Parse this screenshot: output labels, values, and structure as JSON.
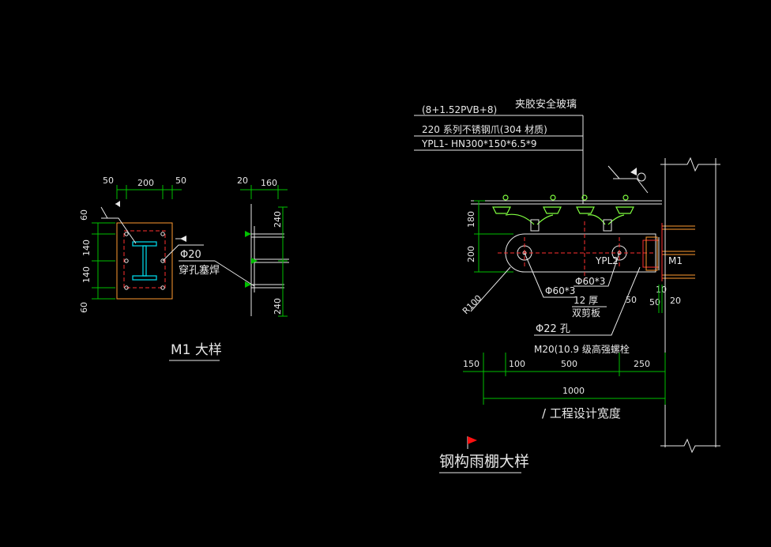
{
  "m1_detail": {
    "title": "M1 大样",
    "dim_top": [
      "50",
      "200",
      "50"
    ],
    "dim_left": [
      "60",
      "140",
      "140",
      "60"
    ],
    "side_dims_top": [
      "20",
      "160"
    ],
    "side_dims_right": [
      "240",
      "240"
    ],
    "hole_label": "Φ20",
    "hole_note": "穿孔塞焊"
  },
  "canopy_detail": {
    "title": "钢构雨棚大样",
    "glass_title": "夹胶安全玻璃",
    "glass_spec": "(8+1.52PVB+8)",
    "claw_spec": "220  系列不锈钢爪(304  材质)",
    "beam_spec": "YPL1- HN300*150*6.5*9",
    "dims_left": [
      "180",
      "200"
    ],
    "radius": "R100",
    "plate_label": "YPL2",
    "m1_label": "M1",
    "hole_a": "Φ60*3",
    "hole_b": "Φ60*3",
    "plate_thk": "12  厚",
    "plate_name": "双剪板",
    "hole_c": "Φ22  孔",
    "bolt_spec": "M20(10.9      级高强螺栓",
    "dims_right": [
      "10",
      "50",
      "50",
      "20"
    ],
    "dims_bottom": [
      "150",
      "100",
      "500",
      "250"
    ],
    "dim_total": "1000",
    "width_note": "/ 工程设计宽度"
  }
}
